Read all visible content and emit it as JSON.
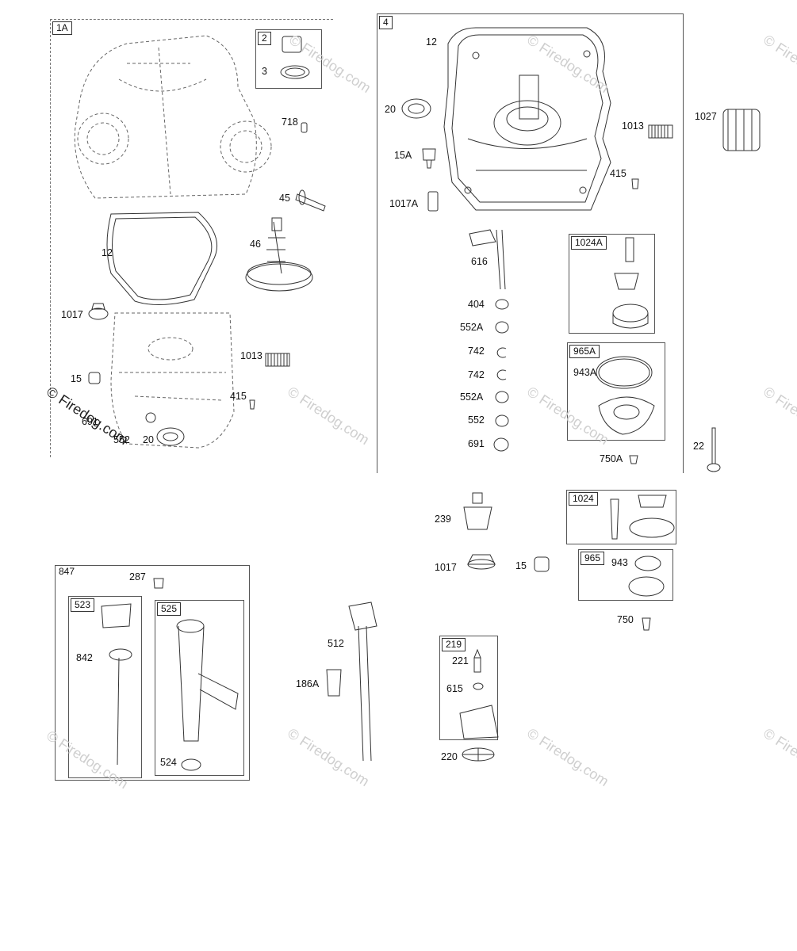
{
  "watermark": "© Firedog.com",
  "groups": {
    "g1A": "1A",
    "g2": "2",
    "g4": "4",
    "g1024A": "1024A",
    "g965A": "965A",
    "g1024": "1024",
    "g965": "965",
    "g847": "847",
    "g523": "523",
    "g525": "525",
    "g219": "219"
  },
  "labels": {
    "l3": "3",
    "l718": "718",
    "l45": "45",
    "l12a": "12",
    "l46": "46",
    "l1017a": "1017",
    "l1013a": "1013",
    "l15a": "15",
    "l415a": "415",
    "l691a": "691",
    "l552a": "552",
    "l20a": "20",
    "l12b": "12",
    "l20b": "20",
    "l15A": "15A",
    "l1017A": "1017A",
    "l1013b": "1013",
    "l415b": "415",
    "l1027": "1027",
    "l616": "616",
    "l404": "404",
    "l552A1": "552A",
    "l742a": "742",
    "l742b": "742",
    "l552A2": "552A",
    "l552b": "552",
    "l691b": "691",
    "l943A": "943A",
    "l750A": "750A",
    "l22": "22",
    "l239": "239",
    "l1017b": "1017",
    "l15b": "15",
    "l943": "943",
    "l750": "750",
    "l287": "287",
    "l842": "842",
    "l524": "524",
    "l512": "512",
    "l186A": "186A",
    "l221": "221",
    "l615": "615",
    "l220": "220"
  }
}
